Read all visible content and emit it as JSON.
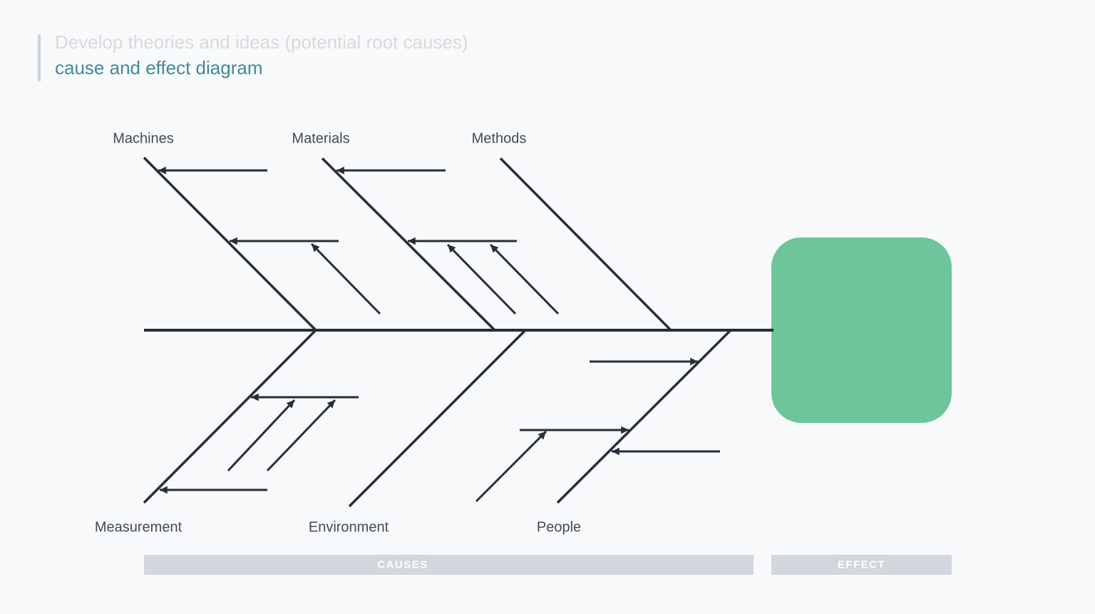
{
  "header": {
    "subtitle": "Develop theories and ideas (potential root causes)",
    "title": "cause and effect diagram"
  },
  "diagram": {
    "type": "fishbone-cause-effect",
    "categories": {
      "top": [
        "Machines",
        "Materials",
        "Methods"
      ],
      "bottom": [
        "Measurement",
        "Environment",
        "People"
      ]
    },
    "effect_box_label": ""
  },
  "footer": {
    "causes_label": "CAUSES",
    "effect_label": "EFFECT"
  },
  "colors": {
    "accent_teal": "#41899b",
    "subtitle_gray": "#d7dade",
    "line": "#282d39",
    "label_text": "#424957",
    "effect_box_green": "#6ec59a",
    "bar_fill": "#d2d7dd",
    "bar_text": "#ffffff",
    "background": "#f8f9fa"
  }
}
